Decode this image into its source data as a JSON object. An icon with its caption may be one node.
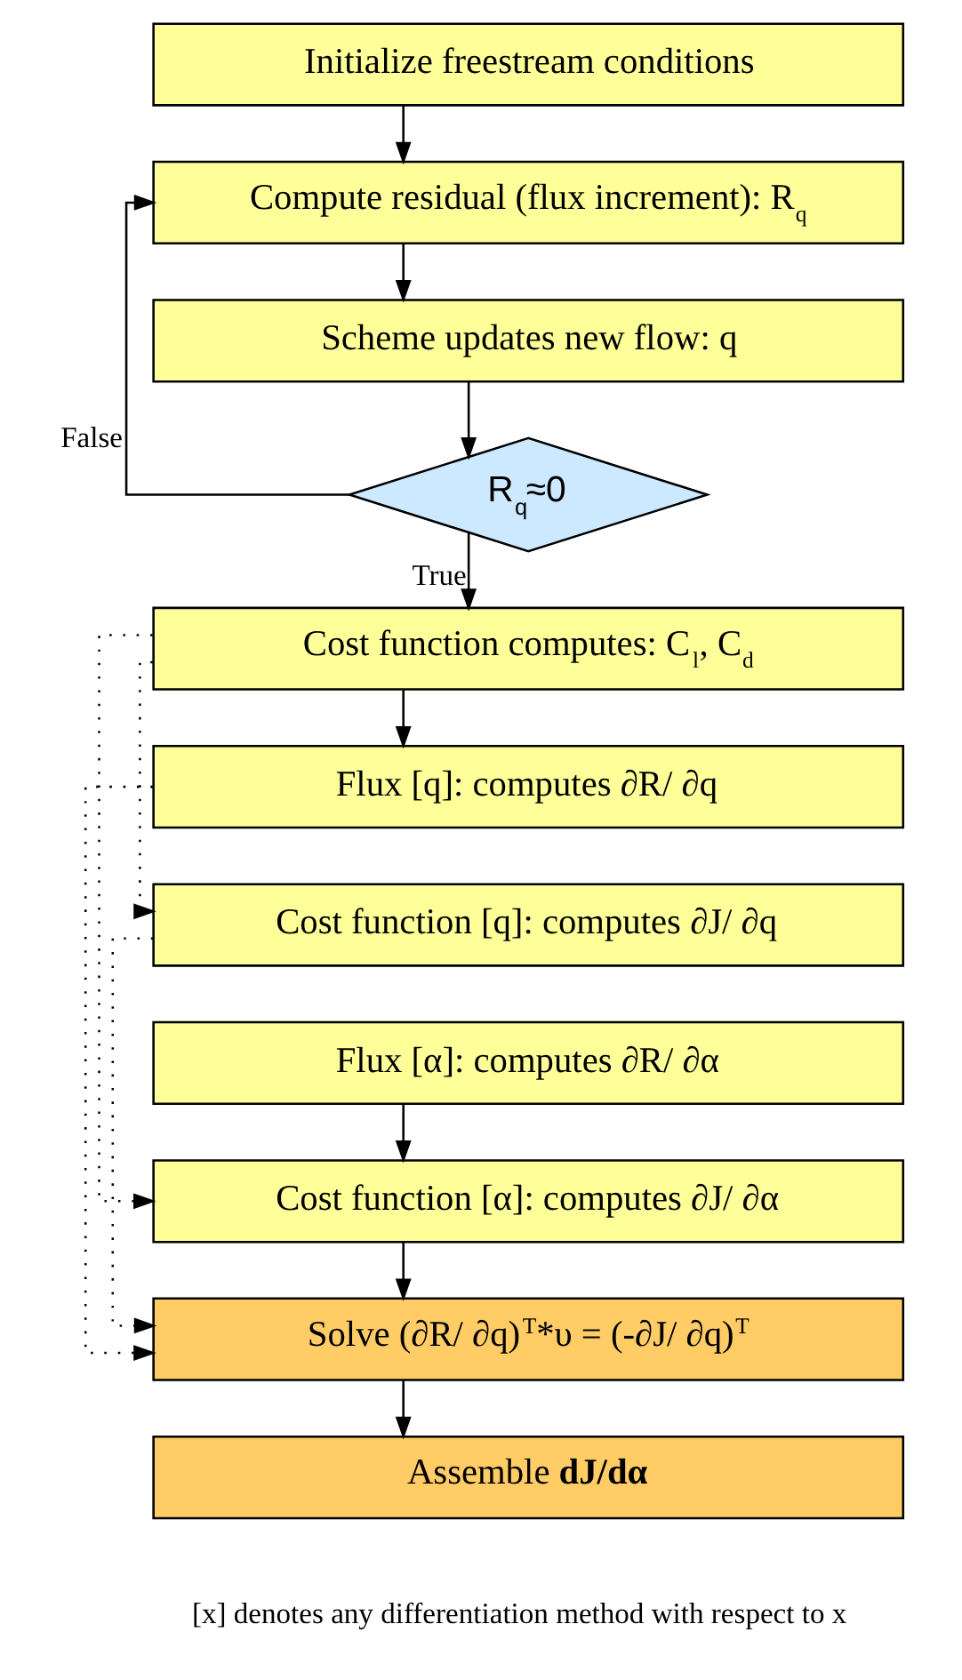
{
  "diagram": {
    "nodes": [
      {
        "text": [
          "Initialize freestream conditions"
        ]
      },
      {
        "text": [
          "Compute residual (flux increment): R$_{q}$"
        ]
      },
      {
        "text": [
          "Scheme updates new flow: q"
        ]
      },
      {
        "text": [
          "R$_{q}$≈0"
        ]
      },
      {
        "text": [
          "Cost function computes: C$_{l}$, C$_{d}$"
        ]
      },
      {
        "text": [
          "Flux [q]: computes ∂R/ ∂q"
        ]
      },
      {
        "text": [
          "Cost function [q]: computes ∂J/ ∂q"
        ]
      },
      {
        "text": [
          "Flux [α]: computes ∂R/ ∂α"
        ]
      },
      {
        "text": [
          "Cost function [α]: computes ∂J/ ∂α"
        ]
      },
      {
        "text": [
          "Solve (∂R/ ∂q)$^{T}$*υ = (-∂J/ ∂q)$^{T}$"
        ]
      },
      {
        "text": [
          "Assemble **dJ/dα**"
        ]
      }
    ],
    "edges": [
      {
        "from": 0,
        "to": 1,
        "arrow": "to"
      },
      {
        "from": 1,
        "to": 2,
        "arrow": "to"
      },
      {
        "from": 2,
        "to": 3,
        "arrow": "to"
      },
      {
        "from": 3,
        "to": 1,
        "arrow": "to",
        "label": "False"
      },
      {
        "from": 3,
        "to": 4,
        "arrow": "to",
        "label": "True"
      },
      {
        "from": 4,
        "to": 5,
        "arrow": "to"
      },
      {
        "from": 4,
        "to": 6,
        "arrow": "to",
        "style": "dashed"
      },
      {
        "from": 4,
        "to": 8,
        "arrow": "to",
        "style": "dashed"
      },
      {
        "from": 5,
        "to": 9,
        "arrow": "to",
        "style": "dashed"
      },
      {
        "from": 6,
        "to": 9,
        "arrow": "to",
        "style": "dashed"
      },
      {
        "from": 7,
        "to": 8,
        "arrow": "to"
      },
      {
        "from": 8,
        "to": 9,
        "arrow": "to"
      },
      {
        "from": 9,
        "to": 10,
        "arrow": "to"
      }
    ],
    "labels": [
      "[x] denotes any differentiation method with respect to x"
    ]
  }
}
